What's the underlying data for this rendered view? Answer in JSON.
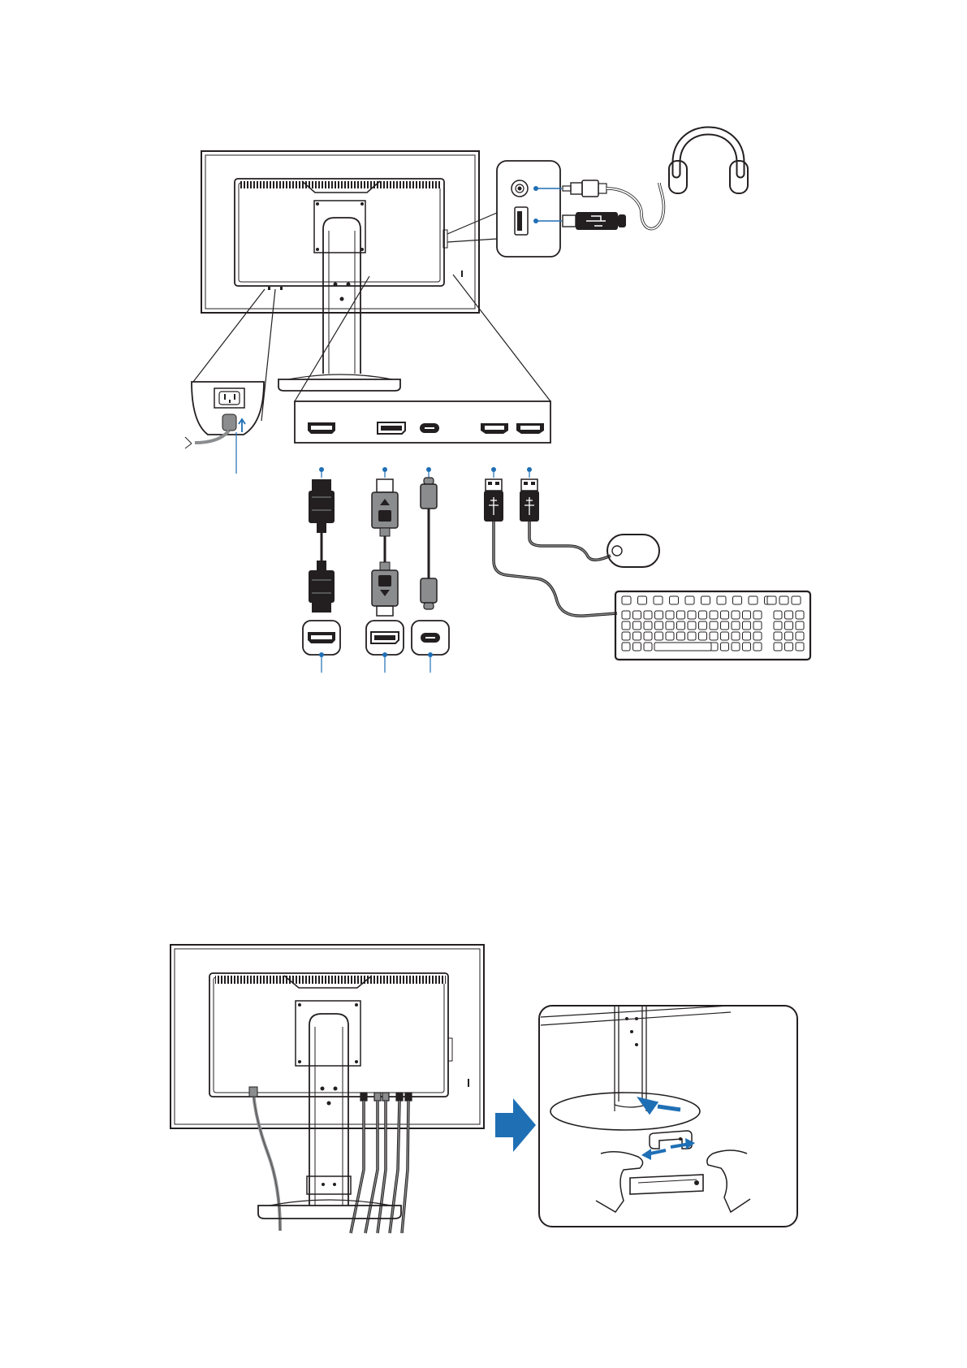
{
  "diagram": {
    "type": "monitor-connection-illustration",
    "colors": {
      "line": "#231f20",
      "accent": "#1f6fb5",
      "panel": "#ffffff",
      "cable_gray": "#8a8c8e",
      "hand_fill": "#ffffff"
    },
    "top_figure": {
      "rear_ports": [
        "hdmi-port",
        "displayport-port",
        "usb-c-port",
        "usb-a-port",
        "usb-a-port"
      ],
      "side_ports": [
        "headphone-jack",
        "usb-a-port"
      ],
      "cables": [
        "hdmi-cable",
        "displayport-cable",
        "usb-c-cable",
        "usb-a-cable",
        "usb-a-cable"
      ],
      "peripherals": [
        "headphones-icon",
        "usb-flash-drive-icon",
        "mouse-icon",
        "keyboard-icon"
      ],
      "source_ports": [
        "hdmi-port",
        "displayport-port",
        "usb-c-port"
      ]
    },
    "bottom_figure": {
      "steps": [
        "cables-routed-through-stand",
        "arrow-next-icon",
        "cable-clip-attach-detail"
      ]
    }
  }
}
